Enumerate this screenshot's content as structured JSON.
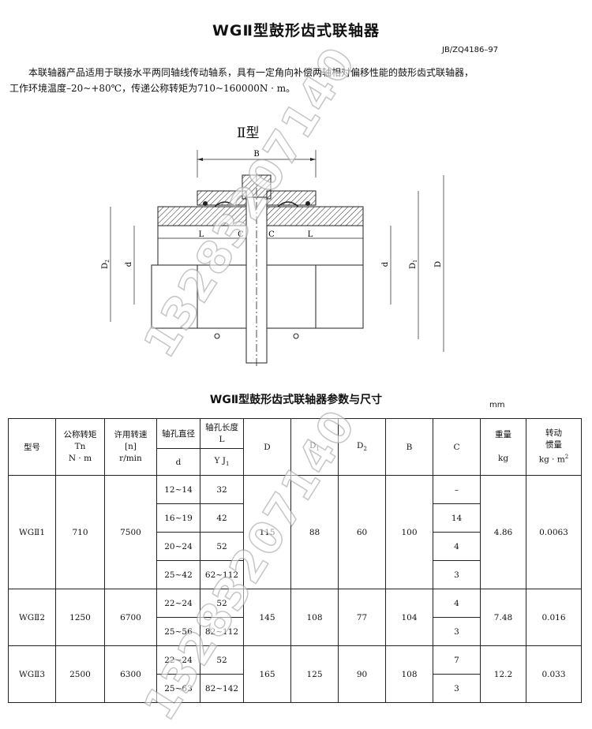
{
  "title": "WGⅡ型鼓形齿式联轴器",
  "standard": "JB/ZQ4186–97",
  "intro": {
    "line1": "本联轴器产品适用于联接水平两同轴线传动轴系，具有一定角向补偿两轴相对偏移性能的鼓形齿式联轴器，",
    "line2": "工作环境温度–20~+80℃，传递公称转矩为710~160000N · m。"
  },
  "diagram": {
    "type_label": "Ⅱ型",
    "labels": {
      "B": "B",
      "L": "L",
      "C": "C",
      "D": "D",
      "D1": "D",
      "D1_sub": "1",
      "D2": "D",
      "D2_sub": "2",
      "d": "d"
    }
  },
  "table": {
    "title": "WGⅡ型鼓形齿式联轴器参数与尺寸",
    "unit": "mm",
    "headers": {
      "model": "型号",
      "torque": "公称转矩",
      "torque_sym": "Tn",
      "torque_unit": "N · m",
      "speed": "许用转速",
      "speed_sym": "[n]",
      "speed_unit": "r/min",
      "bore": "轴孔直径",
      "bore_sym": "d",
      "length": "轴孔长度",
      "length_sym": "L",
      "length_types": "Y  J",
      "length_types_sub": "1",
      "D": "D",
      "D1": "D",
      "D1_sub": "1",
      "D2": "D",
      "D2_sub": "2",
      "B": "B",
      "C": "C",
      "weight": "重量",
      "weight_unit": "kg",
      "inertia": "转动",
      "inertia2": "惯量",
      "inertia_unit": "kg · m",
      "inertia_unit_sup": "2"
    },
    "groups": [
      {
        "model": "WGⅡ1",
        "torque": "710",
        "speed": "7500",
        "D": "115",
        "D1": "88",
        "D2": "60",
        "B": "100",
        "weight": "4.86",
        "inertia": "0.0063",
        "rows": [
          {
            "d": "12~14",
            "L": "32",
            "C": "–"
          },
          {
            "d": "16~19",
            "L": "42",
            "C": "14"
          },
          {
            "d": "20~24",
            "L": "52",
            "C": "4"
          },
          {
            "d": "25~42",
            "L": "62~112",
            "C": "3"
          }
        ]
      },
      {
        "model": "WGⅡ2",
        "torque": "1250",
        "speed": "6700",
        "D": "145",
        "D1": "108",
        "D2": "77",
        "B": "104",
        "weight": "7.48",
        "inertia": "0.016",
        "rows": [
          {
            "d": "22~24",
            "L": "52",
            "C": "4"
          },
          {
            "d": "25~56",
            "L": "82~112",
            "C": "3"
          }
        ]
      },
      {
        "model": "WGⅡ3",
        "torque": "2500",
        "speed": "6300",
        "D": "165",
        "D1": "125",
        "D2": "90",
        "B": "108",
        "weight": "12.2",
        "inertia": "0.033",
        "rows": [
          {
            "d": "22~24",
            "L": "52",
            "C": "7"
          },
          {
            "d": "25~63",
            "L": "82~142",
            "C": "3"
          }
        ]
      }
    ]
  },
  "watermark": "13283207140"
}
